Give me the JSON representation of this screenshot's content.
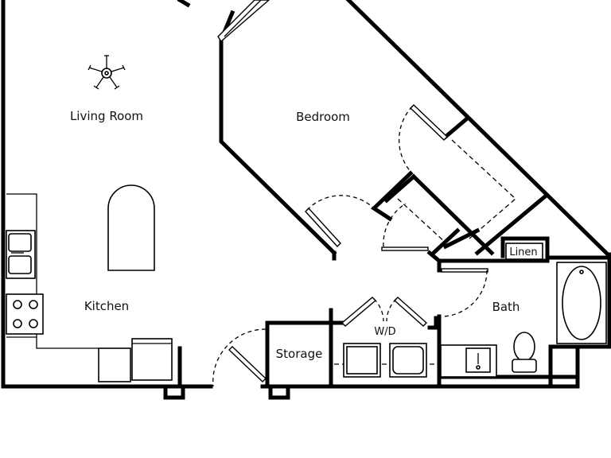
{
  "rooms": {
    "living_room": "Living Room",
    "bedroom": "Bedroom",
    "kitchen": "Kitchen",
    "storage": "Storage",
    "bath": "Bath",
    "wd": "W/D",
    "linen": "Linen"
  }
}
